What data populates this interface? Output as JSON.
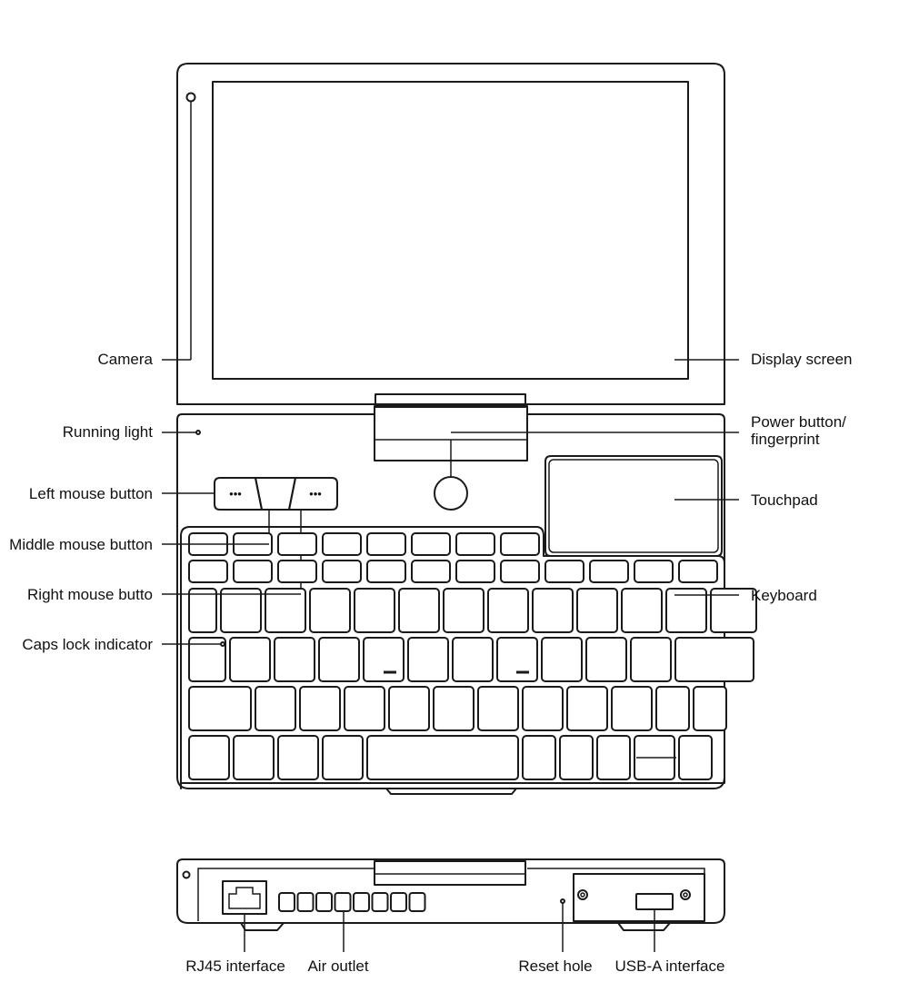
{
  "labels": {
    "camera": "Camera",
    "running_light": "Running light",
    "left_mouse_button": "Left mouse button",
    "middle_mouse_button": "Middle mouse button",
    "right_mouse_button": "Right mouse butto",
    "caps_lock_indicator": "Caps lock indicator",
    "display_screen": "Display screen",
    "power_button_line1": "Power button/",
    "power_button_line2": "fingerprint",
    "touchpad": "Touchpad",
    "keyboard": "Keyboard",
    "rj45_interface": "RJ45 interface",
    "air_outlet": "Air outlet",
    "reset_hole": "Reset hole",
    "usb_a_interface": "USB-A interface"
  },
  "mouse_button_dots": "•••",
  "colors": {
    "line": "#1a1a1a",
    "background": "#ffffff"
  }
}
